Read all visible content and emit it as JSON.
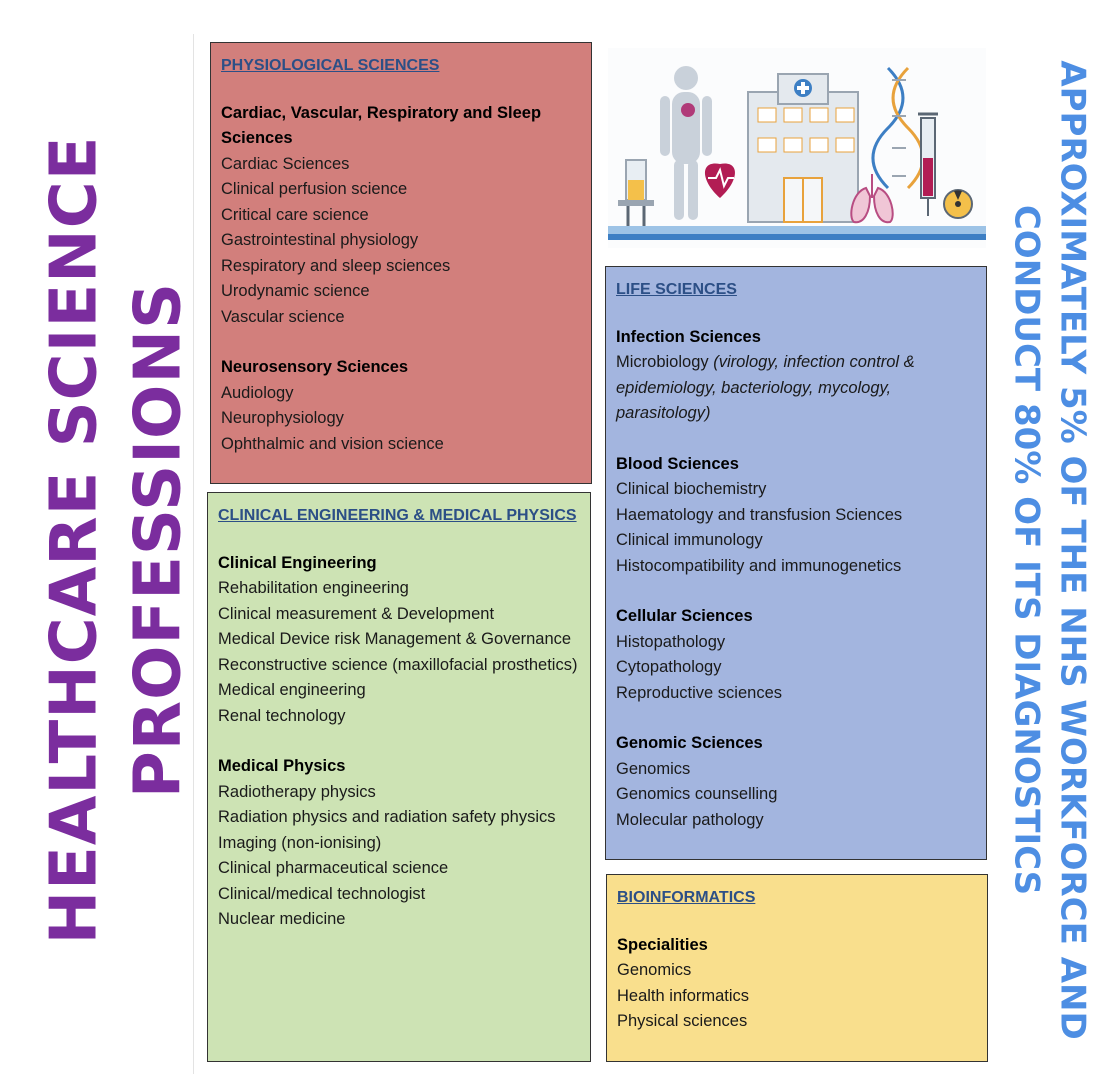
{
  "title": {
    "line1": "HEALTHCARE SCIENCE",
    "line2": "PROFESSIONS"
  },
  "side_note": {
    "line1": "APPROXIMATELY 5% OF THE NHS WORKFORCE AND",
    "line2": "CONDUCT 80% OF ITS DIAGNOSTICS"
  },
  "physiological": {
    "heading": "PHYSIOLOGICAL SCIENCES",
    "group1": {
      "title": "Cardiac, Vascular, Respiratory and Sleep Sciences",
      "items": [
        "Cardiac Sciences",
        "Clinical perfusion science",
        "Critical care science",
        "Gastrointestinal physiology",
        "Respiratory and sleep sciences",
        "Urodynamic science",
        "Vascular science"
      ]
    },
    "group2": {
      "title": "Neurosensory Sciences",
      "items": [
        "Audiology",
        "Neurophysiology",
        "Ophthalmic and vision science"
      ]
    }
  },
  "engineering": {
    "heading": "CLINICAL ENGINEERING & MEDICAL PHYSICS",
    "group1": {
      "title": "Clinical Engineering",
      "items": [
        "Rehabilitation engineering",
        "Clinical measurement & Development",
        "Medical Device risk Management & Governance",
        "Reconstructive science (maxillofacial prosthetics)",
        "Medical engineering",
        "Renal technology"
      ]
    },
    "group2": {
      "title": "Medical Physics",
      "items": [
        "Radiotherapy physics",
        "Radiation physics and radiation safety physics",
        "Imaging (non-ionising)",
        "Clinical pharmaceutical science",
        "Clinical/medical technologist",
        "Nuclear medicine"
      ]
    }
  },
  "life": {
    "heading": "LIFE SCIENCES",
    "infection": {
      "title": "Infection Sciences",
      "micro_label": "Microbiology",
      "micro_detail": "(virology, infection control & epidemiology, bacteriology, mycology, parasitology)"
    },
    "blood": {
      "title": "Blood Sciences",
      "items": [
        "Clinical biochemistry",
        "Haematology and transfusion Sciences",
        "Clinical immunology",
        "Histocompatibility and immunogenetics"
      ]
    },
    "cellular": {
      "title": "Cellular Sciences",
      "items": [
        "Histopathology",
        "Cytopathology",
        "Reproductive sciences"
      ]
    },
    "genomic": {
      "title": "Genomic Sciences",
      "items": [
        "Genomics",
        "Genomics counselling",
        "Molecular pathology"
      ]
    }
  },
  "bioinformatics": {
    "heading": "BIOINFORMATICS",
    "group1": {
      "title": "Specialities",
      "items": [
        "Genomics",
        "Health informatics",
        "Physical sciences"
      ]
    }
  },
  "icons": [
    "human-body-icon",
    "hospital-building-icon",
    "dna-icon",
    "syringe-icon",
    "heart-icon",
    "lungs-icon",
    "radiation-icon",
    "lab-equipment-icon"
  ],
  "colors": {
    "title": "#7b2d9e",
    "side_note": "#4d8ee3",
    "physiological": "#d27f7c",
    "engineering": "#cde3b4",
    "life": "#a3b5df",
    "bioinformatics": "#f9df8d",
    "heading": "#2c4f86"
  }
}
